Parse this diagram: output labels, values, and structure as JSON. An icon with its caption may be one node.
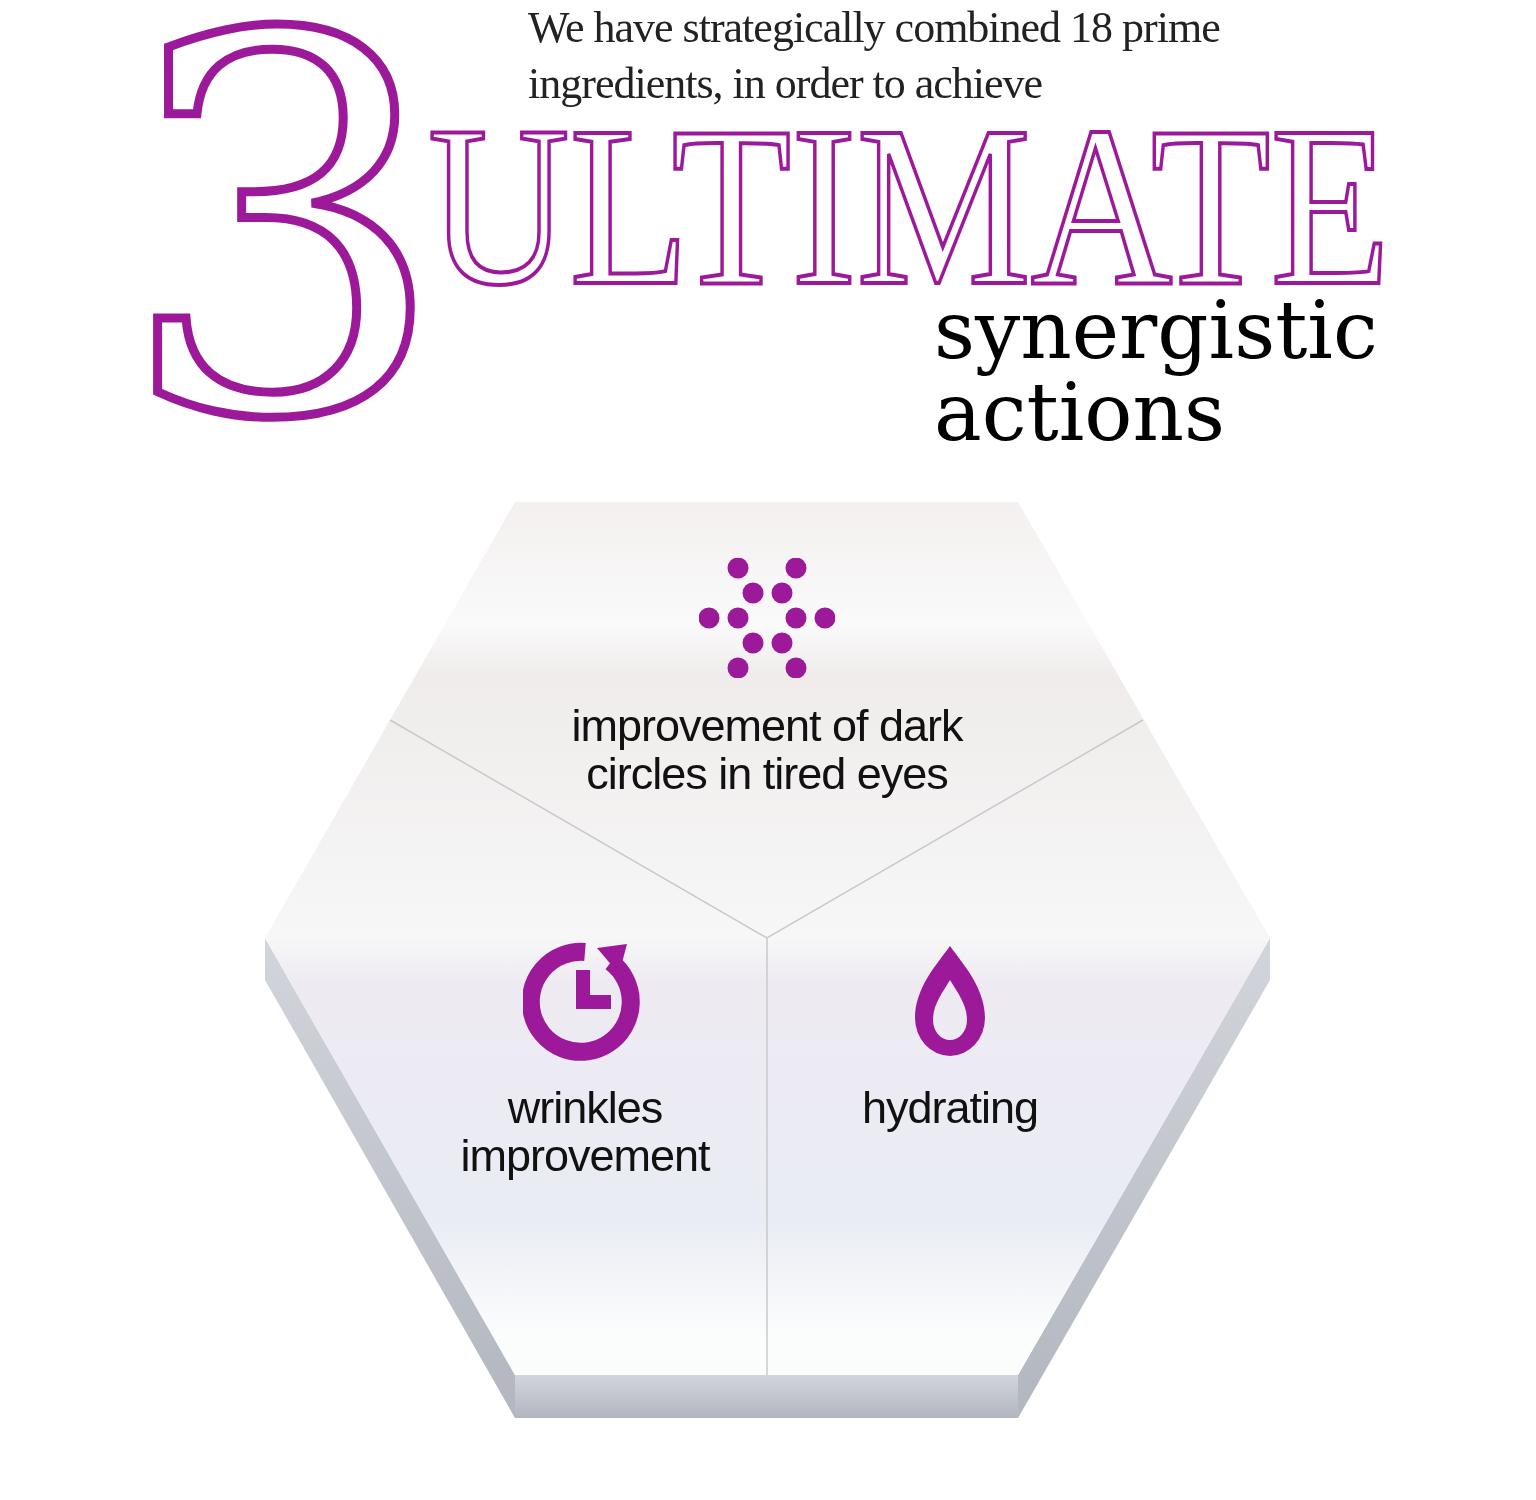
{
  "diagram": {
    "nodes": [
      {
        "text": [
          "improvement of dark circles in tired eyes"
        ]
      },
      {
        "text": [
          "wrinkles improvement"
        ]
      },
      {
        "text": [
          "hydrating"
        ]
      }
    ],
    "labels": [
      "We have strategically combined 18 prime ingredients, in order to achieve",
      "3",
      "ULTIMATE",
      "synergistic actions"
    ]
  }
}
